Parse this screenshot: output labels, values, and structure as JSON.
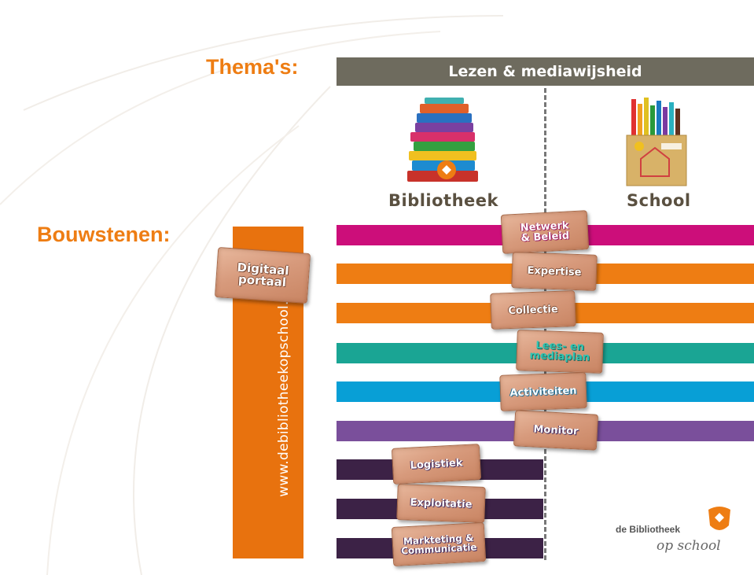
{
  "labels": {
    "themes": "Thema's:",
    "blocks": "Bouwstenen:"
  },
  "theme_bar": "Lezen & mediawijsheid",
  "columns": {
    "left": "Bibliotheek",
    "right": "School"
  },
  "portal": {
    "brick": [
      "Digitaal",
      "portaal"
    ],
    "url": "www.debibliotheekopschool.nl"
  },
  "bricks": {
    "netwerk": [
      "Netwerk",
      "& Beleid"
    ],
    "expertise": "Expertise",
    "collectie": "Collectie",
    "leesplan": [
      "Lees- en",
      "mediaplan"
    ],
    "activiteiten": "Activiteiten",
    "monitor": "Monitor",
    "logistiek": "Logistiek",
    "exploitatie": "Exploitatie",
    "marketing": [
      "Markteting &",
      "Communicatie"
    ]
  },
  "logo": {
    "line1": "de Bibliotheek",
    "line2": "op school"
  },
  "colors": {
    "orange": "#ee7d13",
    "magenta": "#cc0e7a",
    "teal": "#1aa594",
    "blue": "#089fd6",
    "purple": "#7a4f9b",
    "dark_purple": "#3c2246",
    "theme_bar": "#6e6b5e"
  }
}
